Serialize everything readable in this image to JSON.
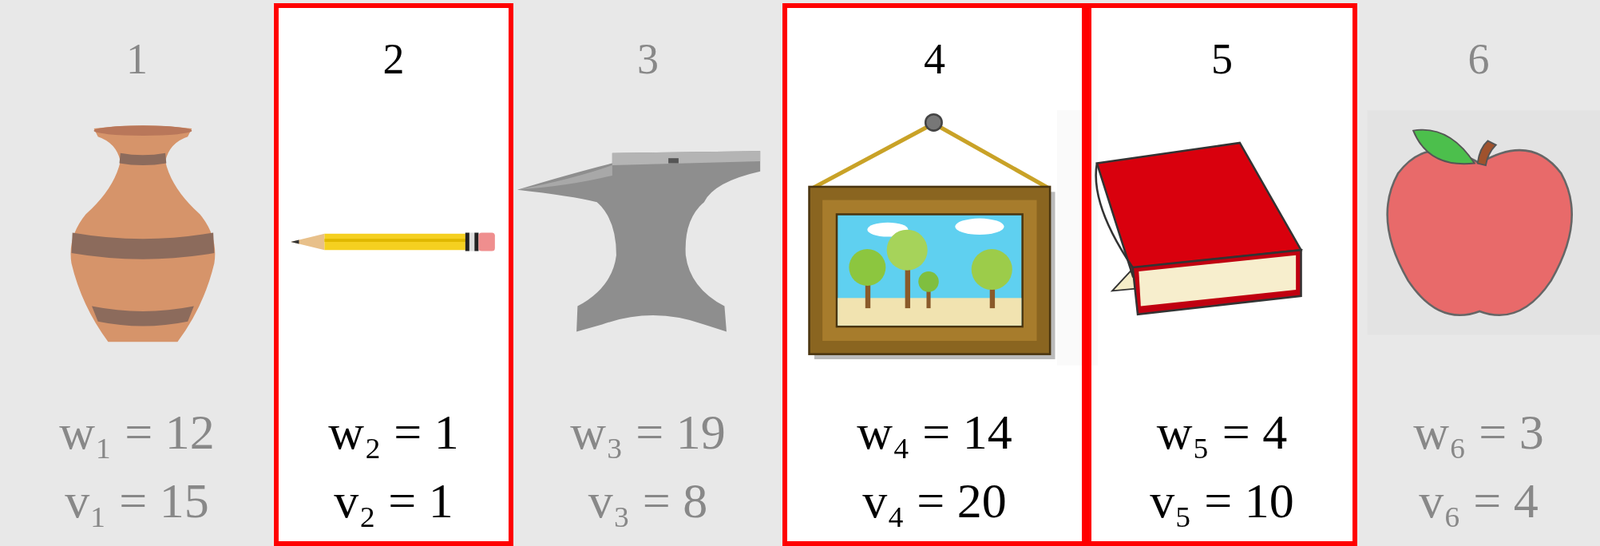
{
  "diagram": {
    "nodes": [
      {
        "text": [
          "1",
          "w₁ = 12",
          "v₁ = 15"
        ]
      },
      {
        "text": [
          "2",
          "w₂ = 1",
          "v₂ = 1"
        ]
      },
      {
        "text": [
          "3",
          "w₃ = 19",
          "v₃ = 8"
        ]
      },
      {
        "text": [
          "4",
          "w₄ = 14",
          "v₄ = 20"
        ]
      },
      {
        "text": [
          "5",
          "w₅ = 4",
          "v₅ = 10"
        ]
      },
      {
        "text": [
          "6",
          "w₆ = 3",
          "v₆ = 4"
        ]
      }
    ]
  }
}
